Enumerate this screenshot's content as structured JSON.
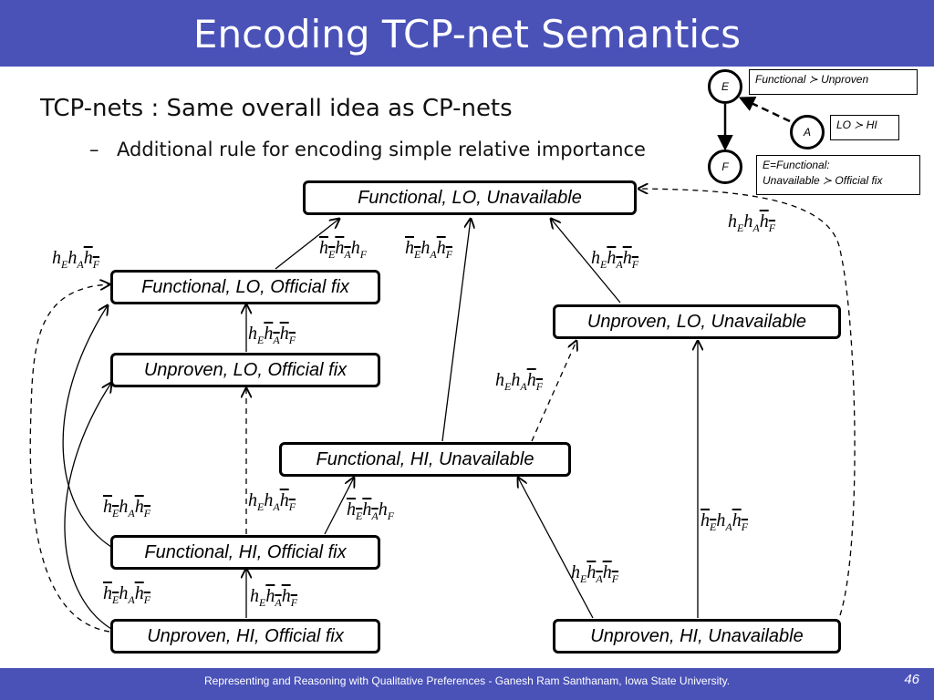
{
  "title": "Encoding TCP-net Semantics",
  "bullets": {
    "main": "TCP-nets : Same overall idea as CP-nets",
    "dash": "–",
    "sub": "Additional rule for encoding simple relative importance"
  },
  "network": {
    "nodes": {
      "E": "E",
      "A": "A",
      "F": "F"
    },
    "cpt": {
      "E": "Functional ≻ Unproven",
      "A": "LO ≻ HI",
      "F_line1": "E=Functional:",
      "F_line2": "Unavailable ≻ Official fix"
    }
  },
  "outcomes": {
    "fun_lo_un": "Functional, LO, Unavailable",
    "fun_lo_of": "Functional, LO, Official fix",
    "unp_lo_of": "Unproven, LO, Official fix",
    "unp_lo_un": "Unproven, LO, Unavailable",
    "fun_hi_un": "Functional, HI, Unavailable",
    "fun_hi_of": "Functional, HI, Official fix",
    "unp_hi_of": "Unproven, HI, Official fix",
    "unp_hi_un": "Unproven, HI, Unavailable"
  },
  "flip_labels": {
    "h": "h",
    "E": "E",
    "A": "A",
    "F": "F"
  },
  "colors": {
    "header": "#4a52b8",
    "text": "#000000"
  },
  "footer": {
    "text": "Representing and Reasoning with Qualitative Preferences  - Ganesh Ram Santhanam, Iowa State University.",
    "page": "46"
  }
}
